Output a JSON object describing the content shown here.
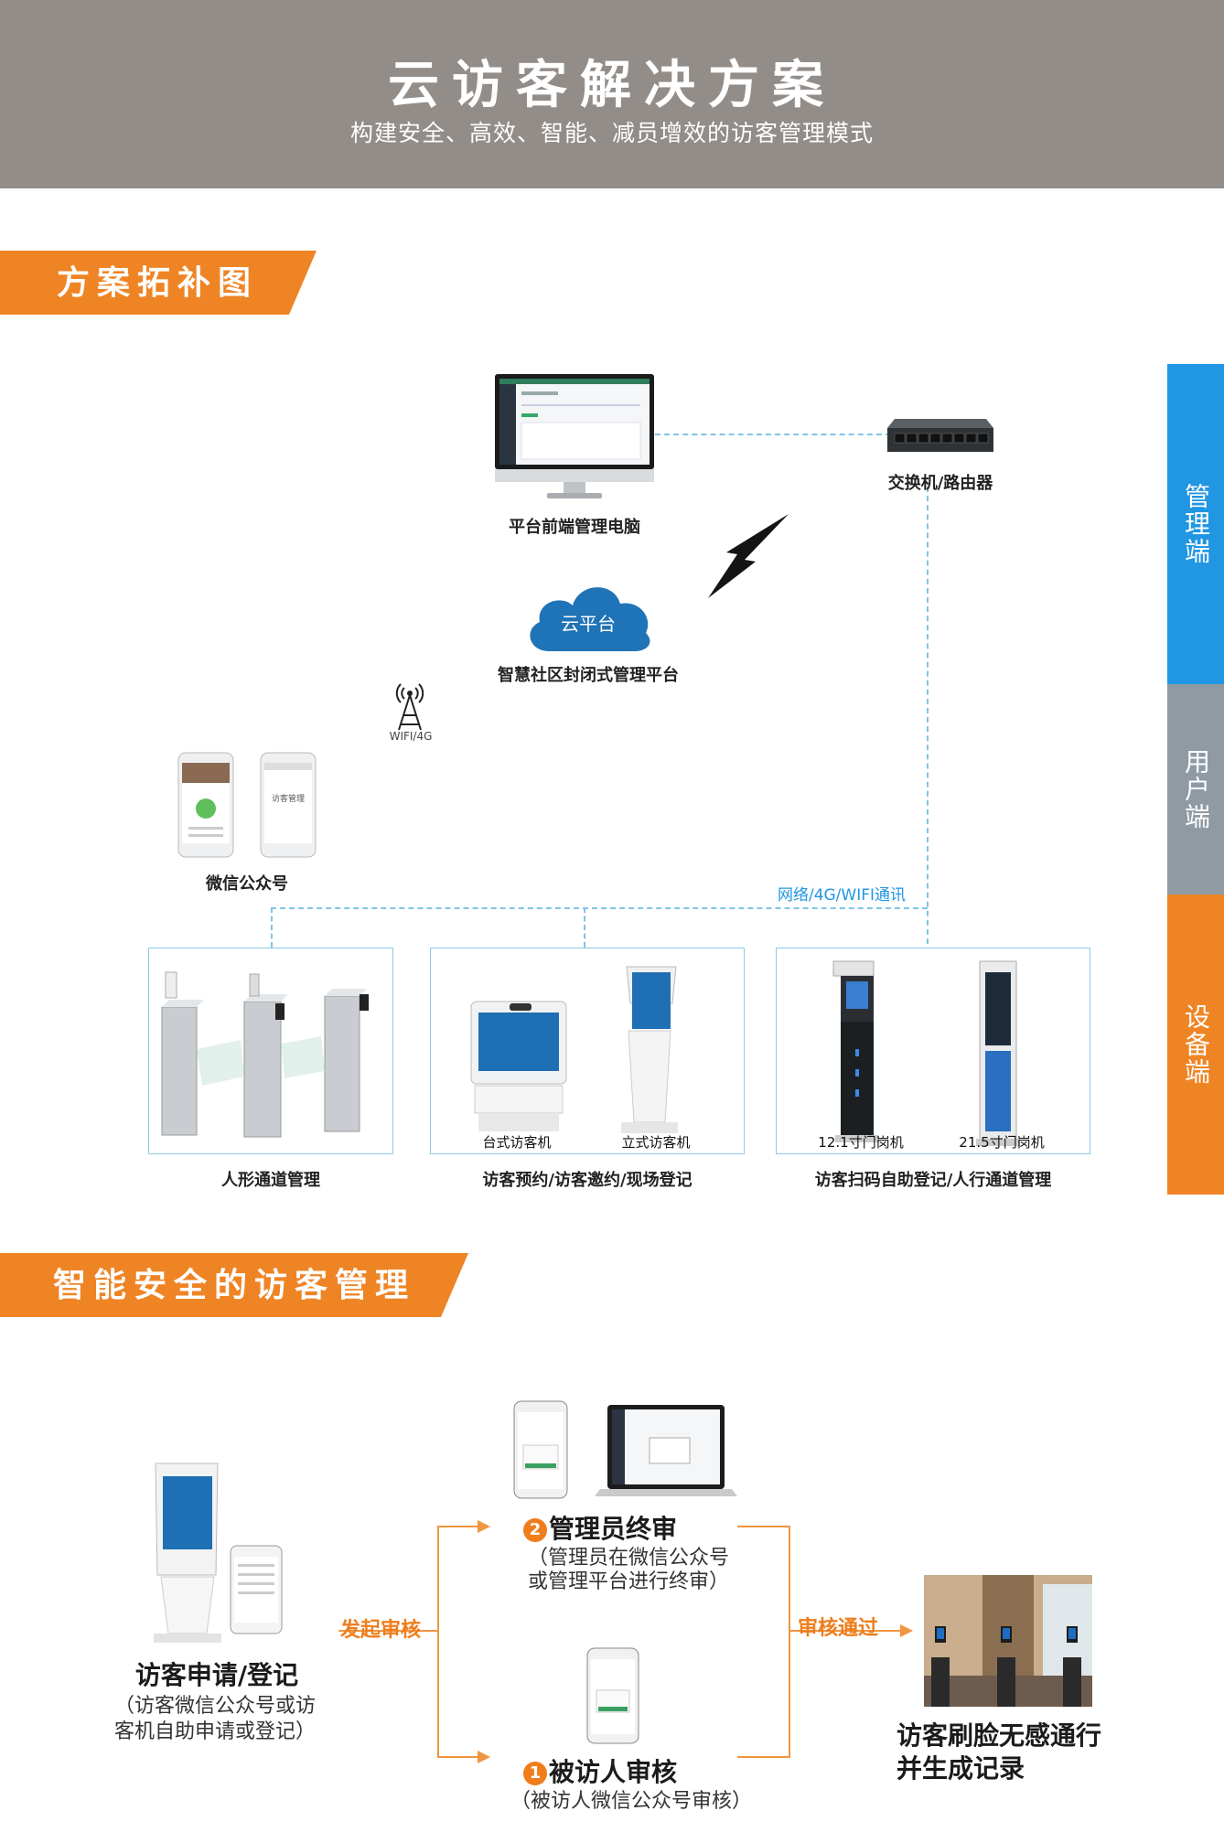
{
  "header": {
    "title": "云访客解决方案",
    "subtitle": "构建安全、高效、智能、减员增效的访客管理模式"
  },
  "section1": {
    "title": "方案拓补图"
  },
  "section2": {
    "title": "智能安全的访客管理"
  },
  "sidebar": {
    "items": [
      {
        "label": "管理端",
        "color": "#2196e3"
      },
      {
        "label": "用户端",
        "color": "#8f9aa3"
      },
      {
        "label": "设备端",
        "color": "#ef8425"
      }
    ]
  },
  "topology": {
    "pc_label": "平台前端管理电脑",
    "switch_label": "交换机/路由器",
    "cloud_text": "云平台",
    "cloud_label": "智慧社区封闭式管理平台",
    "wifi_label": "WIFI/4G",
    "wechat_label": "微信公众号",
    "phone2_text": "访客管理",
    "network_label": "网络/4G/WIFI通讯",
    "groups": [
      {
        "caption": "人形通道管理",
        "items": []
      },
      {
        "caption": "访客预约/访客邀约/现场登记",
        "items": [
          "台式访客机",
          "立式访客机"
        ]
      },
      {
        "caption": "访客扫码自助登记/人行通道管理",
        "items": [
          "12.1寸门岗机",
          "21.5寸门岗机"
        ]
      }
    ]
  },
  "flow": {
    "step_visitor": {
      "title": "访客申请/登记",
      "sub1": "（访客微信公众号或访",
      "sub2": "客机自助申请或登记）"
    },
    "send_label": "发起审核",
    "step_admin": {
      "num": "2",
      "title": "管理员终审",
      "sub1": "（管理员在微信公众号",
      "sub2": "或管理平台进行终审）"
    },
    "step_host": {
      "num": "1",
      "title": "被访人审核",
      "sub1": "（被访人微信公众号审核）"
    },
    "pass_label": "审核通过",
    "step_pass": {
      "title1": "访客刷脸无感通行",
      "title2": "并生成记录"
    }
  }
}
